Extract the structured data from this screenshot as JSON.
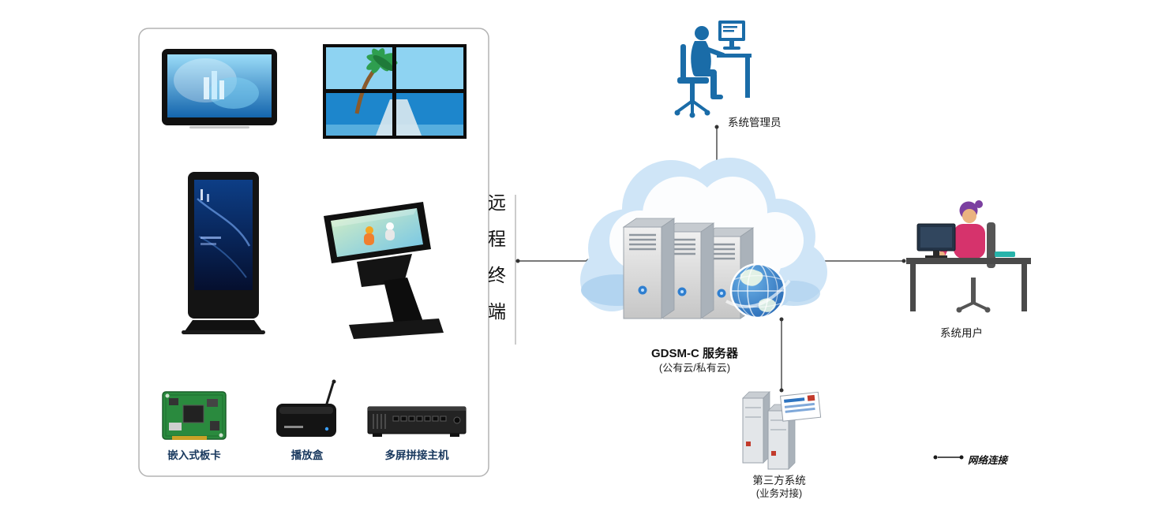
{
  "device_panel": {
    "board_label": "嵌入式板卡",
    "player_label": "播放盒",
    "host_label": "多屏拼接主机"
  },
  "remote_terminal": {
    "char_1": "远",
    "char_2": "程",
    "char_3": "终",
    "char_4": "端"
  },
  "cloud_server": {
    "title": "GDSM-C 服务器",
    "subtitle": "(公有云/私有云)"
  },
  "admin": {
    "label": "系统管理员"
  },
  "user": {
    "label": "系统用户"
  },
  "third_party": {
    "title": "第三方系统",
    "subtitle": "(业务对接)"
  },
  "legend": {
    "label": "网络连接"
  },
  "colors": {
    "figure_blue": "#1a6ca8",
    "label_navy": "#17375d",
    "cloud_blue": "#cfe5f7",
    "connector": "#4d4d4d"
  }
}
